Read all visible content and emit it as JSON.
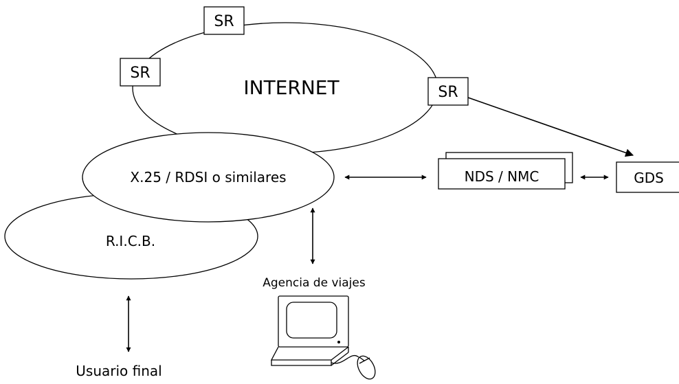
{
  "labels": {
    "internet": "INTERNET",
    "router": "SR",
    "x25": "X.25 / RDSI o similares",
    "ricb": "R.I.C.B.",
    "nds": "NDS / NMC",
    "gds": "GDS",
    "agencia": "Agencia de viajes",
    "usuario": "Usuario final"
  },
  "icons": {
    "computer": "desktop-computer-icon",
    "mouse": "mouse-icon"
  }
}
